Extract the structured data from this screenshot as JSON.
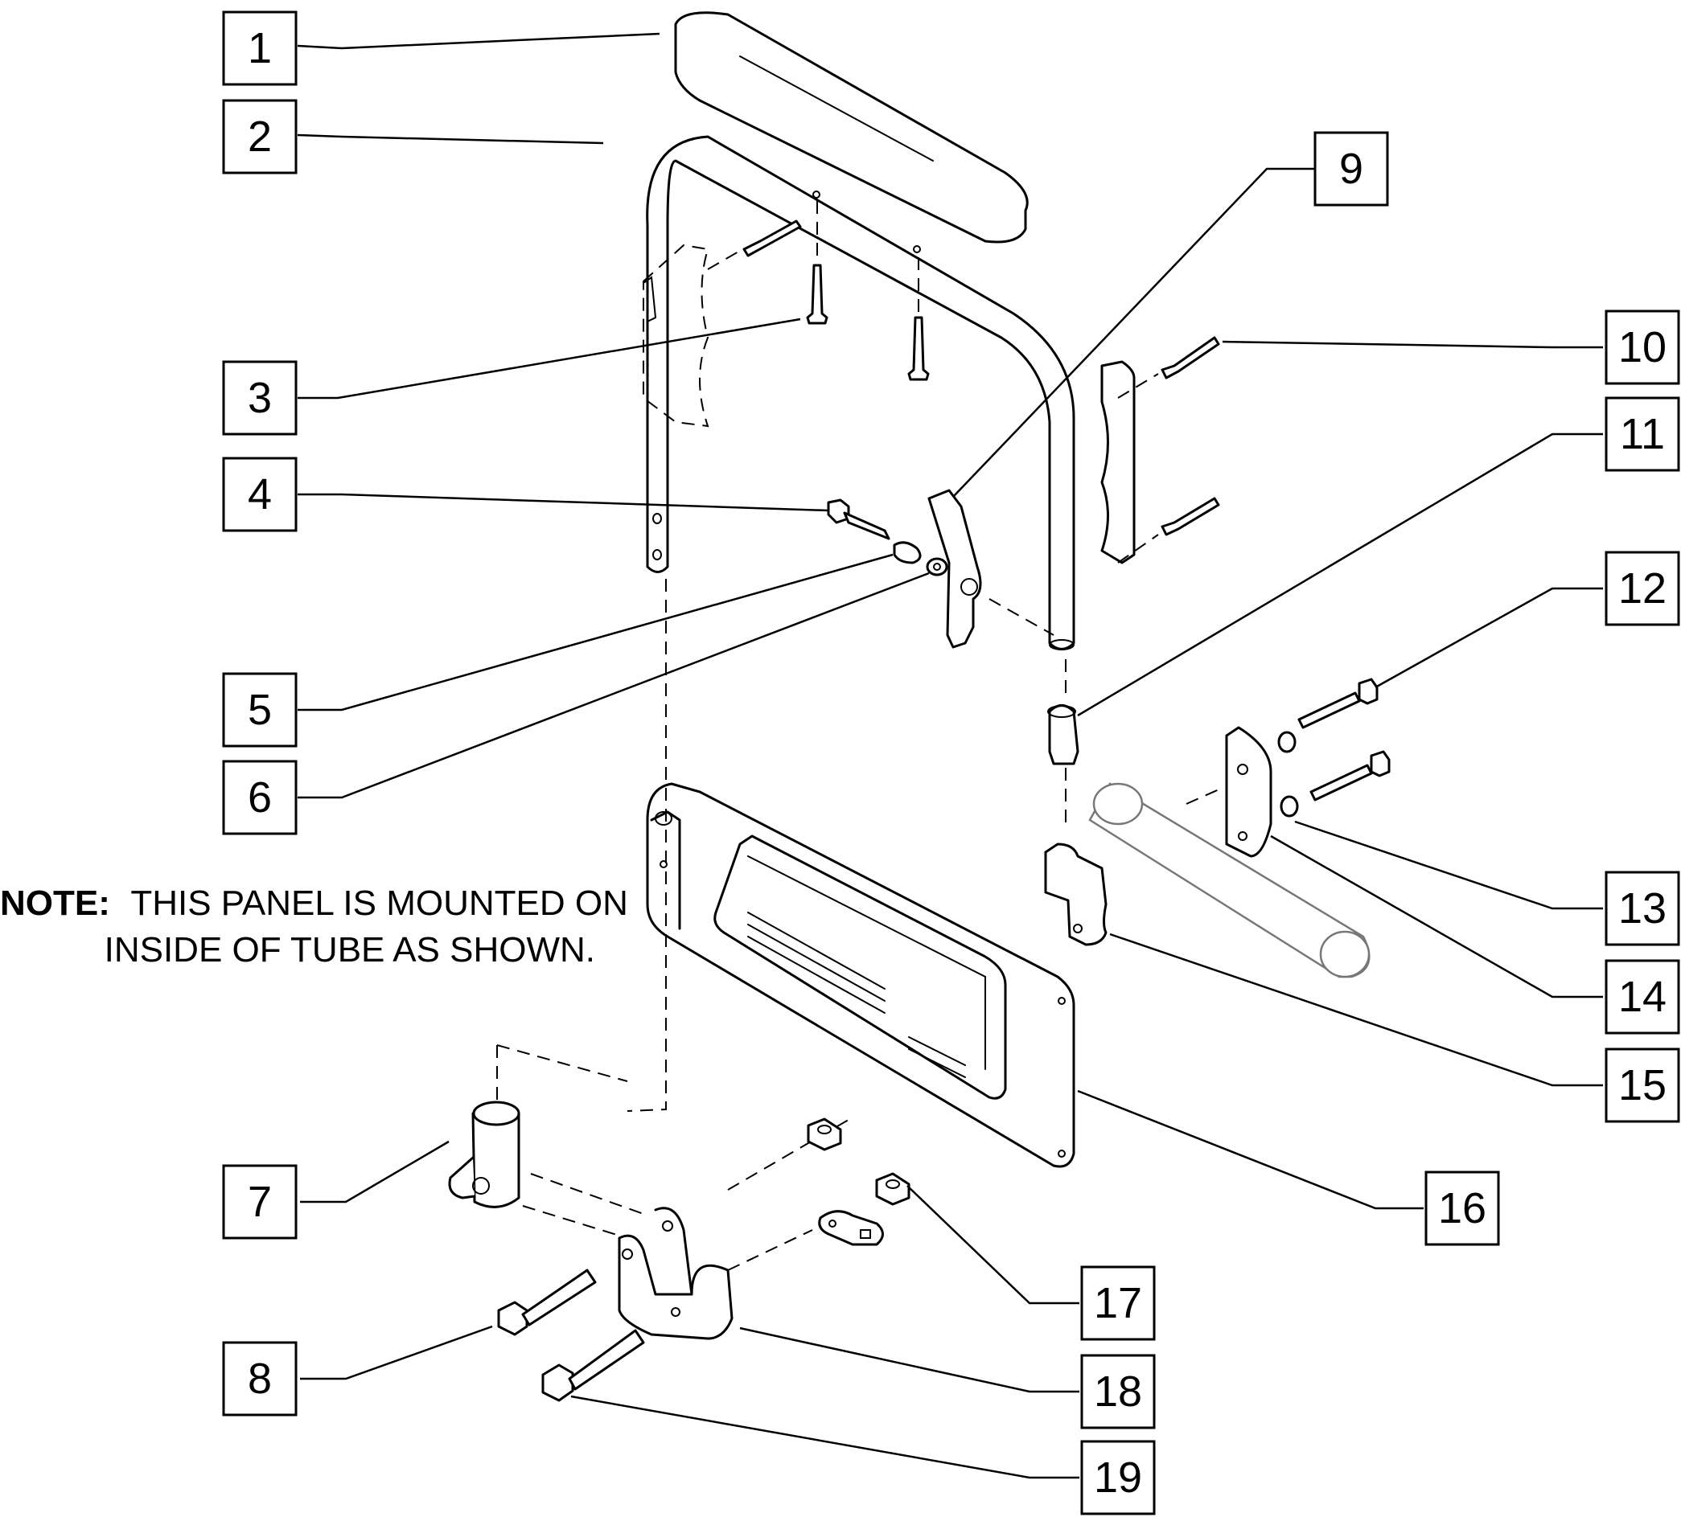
{
  "callouts": [
    "1",
    "2",
    "3",
    "4",
    "5",
    "6",
    "7",
    "8",
    "9",
    "10",
    "11",
    "12",
    "13",
    "14",
    "15",
    "16",
    "17",
    "18",
    "19"
  ],
  "note": {
    "label": "NOTE:",
    "line1": "THIS PANEL IS MOUNTED ON",
    "line2": "INSIDE OF TUBE AS SHOWN."
  },
  "colors": {
    "line": "#000000",
    "background": "#ffffff",
    "ghost_tube": "#777777"
  }
}
